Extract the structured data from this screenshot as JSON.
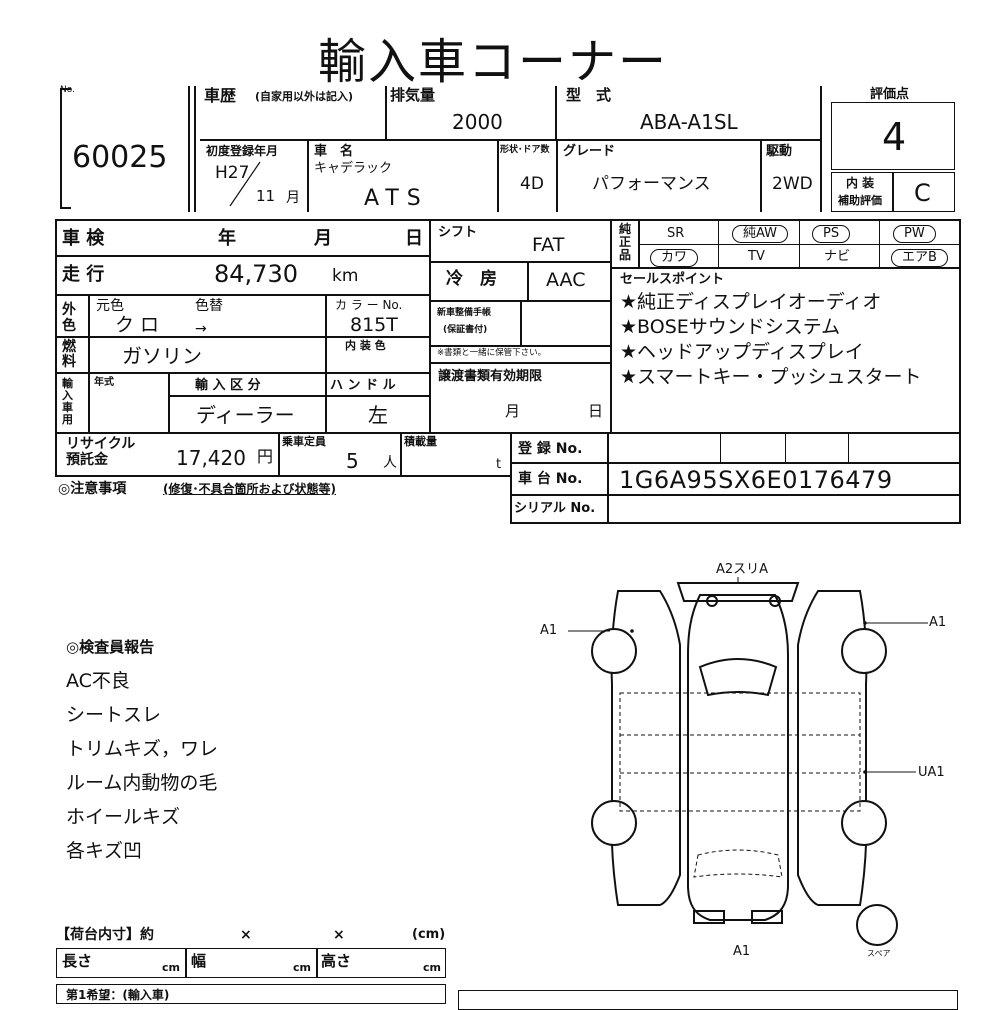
{
  "title": "輸入車コーナー",
  "header": {
    "no_label": "No.",
    "lot_no": "60025",
    "history_label": "車歴",
    "history_note": "(自家用以外は記入)",
    "displacement_label": "排気量",
    "displacement": "2000",
    "model_label": "型　式",
    "model": "ABA-A1SL",
    "score_label": "評価点",
    "score": "4",
    "first_reg_label": "初度登録年月",
    "first_reg_era": "H27",
    "first_reg_month": "11",
    "month_unit": "月",
    "name_label": "車　名",
    "maker": "キャデラック",
    "car_name": "ATS",
    "doors_label": "形状･ドア数",
    "doors": "4D",
    "grade_label": "グレード",
    "grade": "パフォーマンス",
    "drive_label": "駆動",
    "drive": "2WD",
    "interior_label_1": "内 装",
    "interior_label_2": "補助評価",
    "interior_score": "C"
  },
  "specs": {
    "shaken_label": "車 検",
    "year_unit": "年",
    "month_unit": "月",
    "day_unit": "日",
    "shift_label": "シフト",
    "shift": "FAT",
    "mileage_label": "走 行",
    "mileage": "84,730",
    "mileage_unit": "km",
    "ac_label": "冷　房",
    "ac": "AAC",
    "color_side_label": "外色",
    "orig_color_label": "元色",
    "orig_color": "ク ロ",
    "repaint_label": "色替",
    "repaint": "→",
    "color_no_label": "カ ラ ー No.",
    "color_no": "815T",
    "interior_color_label": "内 装 色",
    "fuel_label": "燃料",
    "fuel": "ガソリン",
    "warranty_label_1": "新車整備手帳",
    "warranty_label_2": "(保証書付)",
    "warranty_note": "※書類と一緒に保管下さい。",
    "import_label": "輸入車用",
    "model_year_label": "年式",
    "import_type_label": "輸 入 区 分",
    "import_type": "ディーラー",
    "handle_label": "ハ ン ド ル",
    "handle": "左",
    "transfer_label": "譲渡書類有効期限",
    "recycle_label_1": "リサイクル",
    "recycle_label_2": "預託金",
    "recycle": "17,420",
    "yen": "円",
    "capacity_label": "乗車定員",
    "capacity": "5",
    "capacity_unit": "人",
    "load_label": "積載量",
    "load_unit": "t",
    "notes_label": "◎注意事項",
    "notes_sub": "(修復･不具合箇所および状態等)",
    "reg_no_label": "登 録 No.",
    "chassis_label": "車 台 No.",
    "chassis": "1G6A95SX6E0176479",
    "serial_label": "シリアル No."
  },
  "equipment": {
    "label": "純正品",
    "items": [
      "SR",
      "純AW",
      "PS",
      "PW",
      "カワ",
      "TV",
      "ナビ",
      "エアB"
    ]
  },
  "sales_points": {
    "label": "セールスポイント",
    "items": [
      "★純正ディスプレイオーディオ",
      "★BOSEサウンドシステム",
      "★ヘッドアップディスプレイ",
      "★スマートキー・プッシュスタート"
    ]
  },
  "inspector": {
    "title": "◎検査員報告",
    "lines": [
      "AC不良",
      "シートスレ",
      "トリムキズ，ワレ",
      "ルーム内動物の毛",
      "ホイールキズ",
      "各キズ凹"
    ]
  },
  "cargo": {
    "title": "【荷台内寸】約",
    "x1": "×",
    "x2": "×",
    "unit_note": "(cm)",
    "length_label": "長さ",
    "width_label": "幅",
    "height_label": "高さ",
    "cm": "cm",
    "preference": "第1希望：(輸入車)"
  },
  "diagram": {
    "top": "A2スリA",
    "left_front": "A1",
    "right_front": "A1",
    "right_rear": "UA1",
    "bottom": "A1",
    "spare": "スペア"
  }
}
